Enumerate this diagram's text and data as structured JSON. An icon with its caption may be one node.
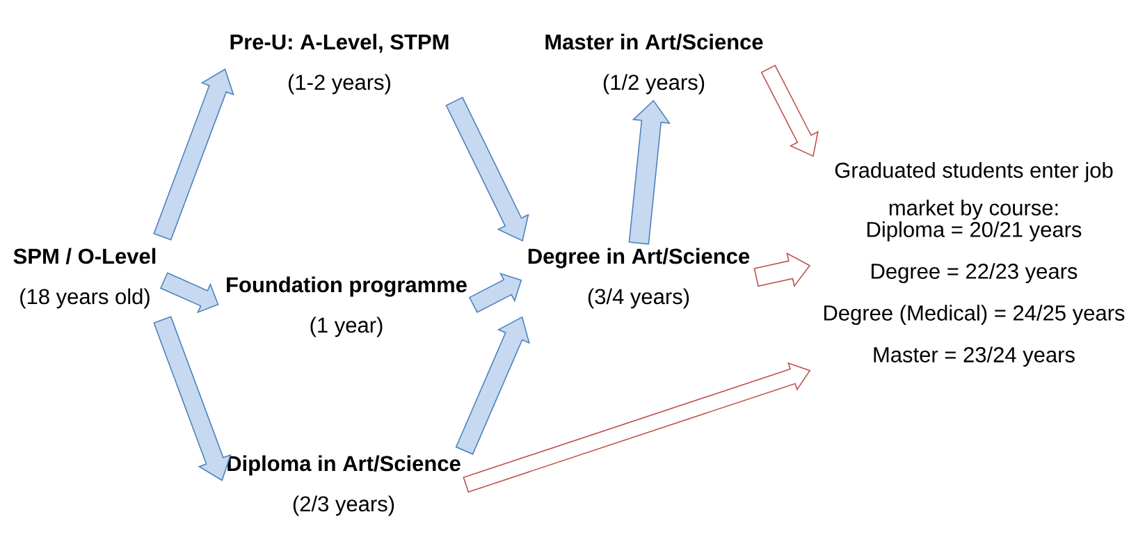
{
  "diagram": {
    "nodes": [
      {
        "text": [
          "SPM / O-Level",
          "(18 years old)"
        ]
      },
      {
        "text": [
          "Pre-U: A-Level, STPM",
          "(1-2 years)"
        ]
      },
      {
        "text": [
          "Foundation programme",
          "(1 year)"
        ]
      },
      {
        "text": [
          "Diploma in Art/Science",
          "(2/3 years)"
        ]
      },
      {
        "text": [
          "Master in Art/Science",
          "(1/2 years)"
        ]
      },
      {
        "text": [
          "Degree in Art/Science",
          "(3/4 years)"
        ]
      },
      {
        "text": [
          "Graduated students enter job market by course:",
          "Diploma = 20/21 years",
          "Degree = 22/23 years",
          "Degree (Medical) = 24/25 years",
          "Master = 23/24 years"
        ]
      }
    ],
    "edges": [
      {
        "from": 0,
        "to": 1,
        "arrow": "to"
      },
      {
        "from": 0,
        "to": 2,
        "arrow": "to"
      },
      {
        "from": 0,
        "to": 3,
        "arrow": "to"
      },
      {
        "from": 1,
        "to": 5,
        "arrow": "to"
      },
      {
        "from": 2,
        "to": 5,
        "arrow": "to"
      },
      {
        "from": 3,
        "to": 5,
        "arrow": "to"
      },
      {
        "from": 5,
        "to": 4,
        "arrow": "to"
      },
      {
        "from": 4,
        "to": 6,
        "arrow": "to",
        "color": "#c0504d"
      },
      {
        "from": 5,
        "to": 6,
        "arrow": "to",
        "color": "#c0504d"
      },
      {
        "from": 3,
        "to": 6,
        "arrow": "to",
        "color": "#c0504d"
      }
    ]
  }
}
